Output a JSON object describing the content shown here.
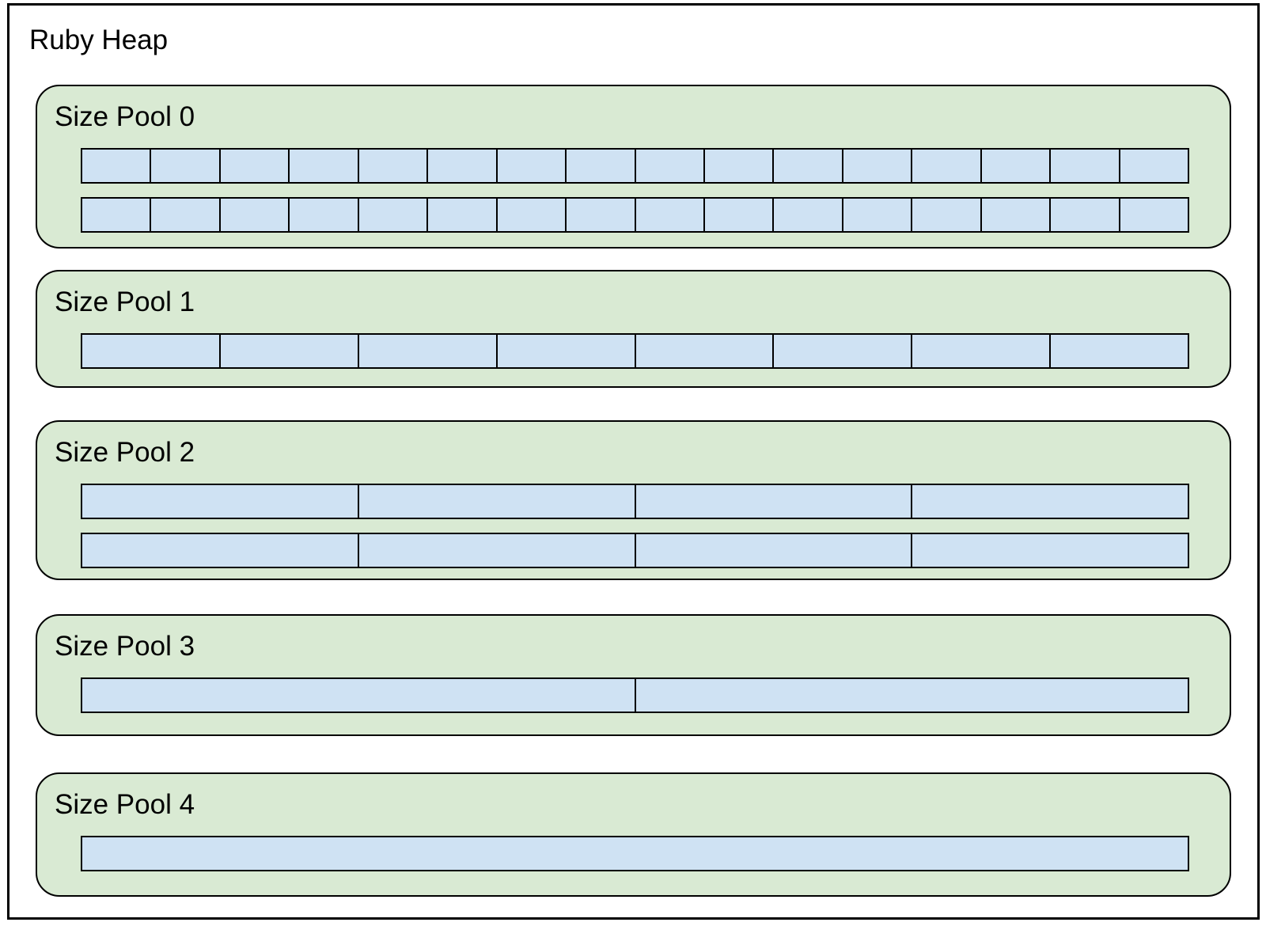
{
  "title": "Ruby Heap",
  "colors": {
    "pool_fill": "#d9ead3",
    "slot_fill": "#cfe2f3",
    "border": "#000000",
    "background": "#ffffff"
  },
  "pools": [
    {
      "label": "Size Pool 0",
      "rows": 2,
      "slots_per_row": 16
    },
    {
      "label": "Size Pool 1",
      "rows": 1,
      "slots_per_row": 8
    },
    {
      "label": "Size Pool 2",
      "rows": 2,
      "slots_per_row": 4
    },
    {
      "label": "Size Pool 3",
      "rows": 1,
      "slots_per_row": 2
    },
    {
      "label": "Size Pool 4",
      "rows": 1,
      "slots_per_row": 1
    }
  ]
}
